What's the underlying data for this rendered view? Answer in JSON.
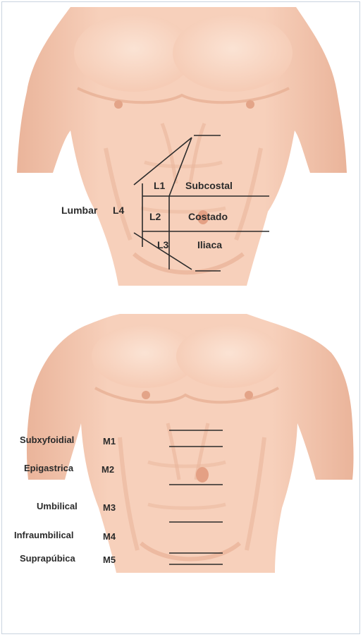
{
  "top_figure": {
    "group_label": "Lumbar",
    "group_code": "L4",
    "zones": [
      {
        "code": "L1",
        "name": "Subcostal"
      },
      {
        "code": "L2",
        "name": "Costado"
      },
      {
        "code": "L3",
        "name": "Iliaca"
      }
    ]
  },
  "bottom_figure": {
    "zones": [
      {
        "name": "Subxyfoidial",
        "code": "M1"
      },
      {
        "name": "Epigastrica",
        "code": "M2"
      },
      {
        "name": "Umbilical",
        "code": "M3"
      },
      {
        "name": "Infraumbilical",
        "code": "M4"
      },
      {
        "name": "Suprapúbica",
        "code": "M5"
      }
    ]
  },
  "colors": {
    "skin": "#f8d3bf",
    "skin_shadow": "#e9b196",
    "skin_highlight": "#fbe2d3",
    "line": "#2b2b2b",
    "border": "#c9d3df"
  }
}
